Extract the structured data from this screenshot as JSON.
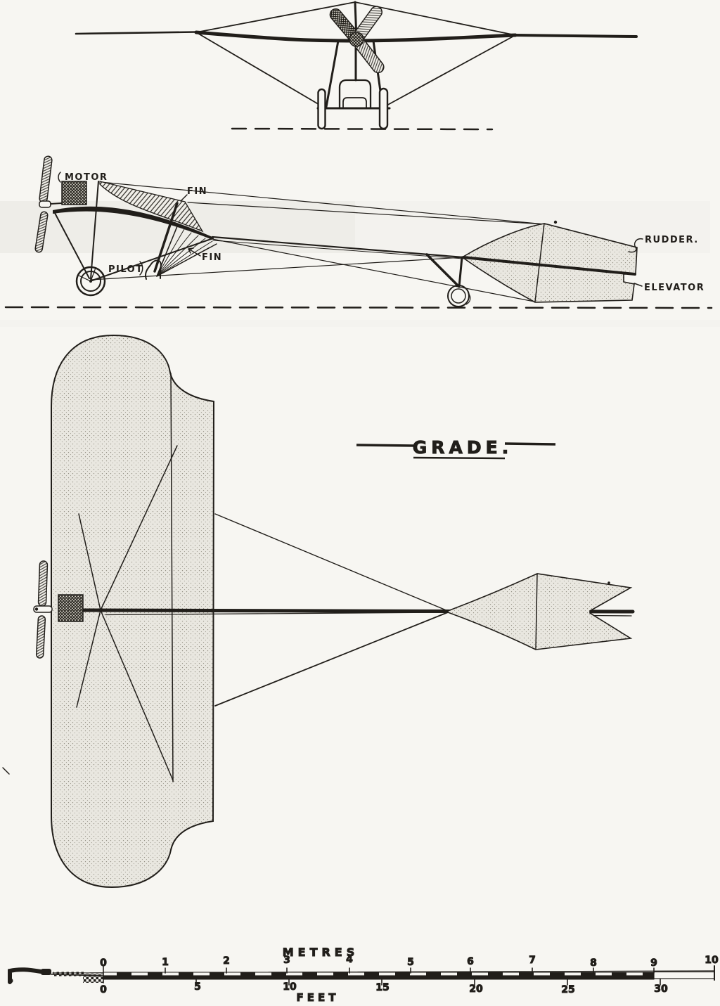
{
  "figure": {
    "title": "GRADE.",
    "side_view_labels": {
      "motor": "MOTOR",
      "fin_upper": "FIN",
      "fin_lower": "FIN",
      "pilot": "PILOT",
      "rudder": "RUDDER.",
      "elevator": "ELEVATOR"
    },
    "scale_bar": {
      "metres_label": "METRES",
      "feet_label": "FEET",
      "metres_ticks": [
        "0",
        "1",
        "2",
        "3",
        "4",
        "5",
        "6",
        "7",
        "8",
        "9",
        "10"
      ],
      "feet_ticks": [
        "0",
        "5",
        "10",
        "15",
        "20",
        "25",
        "30"
      ]
    },
    "colors": {
      "ink": "#211e1a",
      "paper": "#f7f6f2",
      "surface_fill": "#e9e7e0"
    }
  }
}
